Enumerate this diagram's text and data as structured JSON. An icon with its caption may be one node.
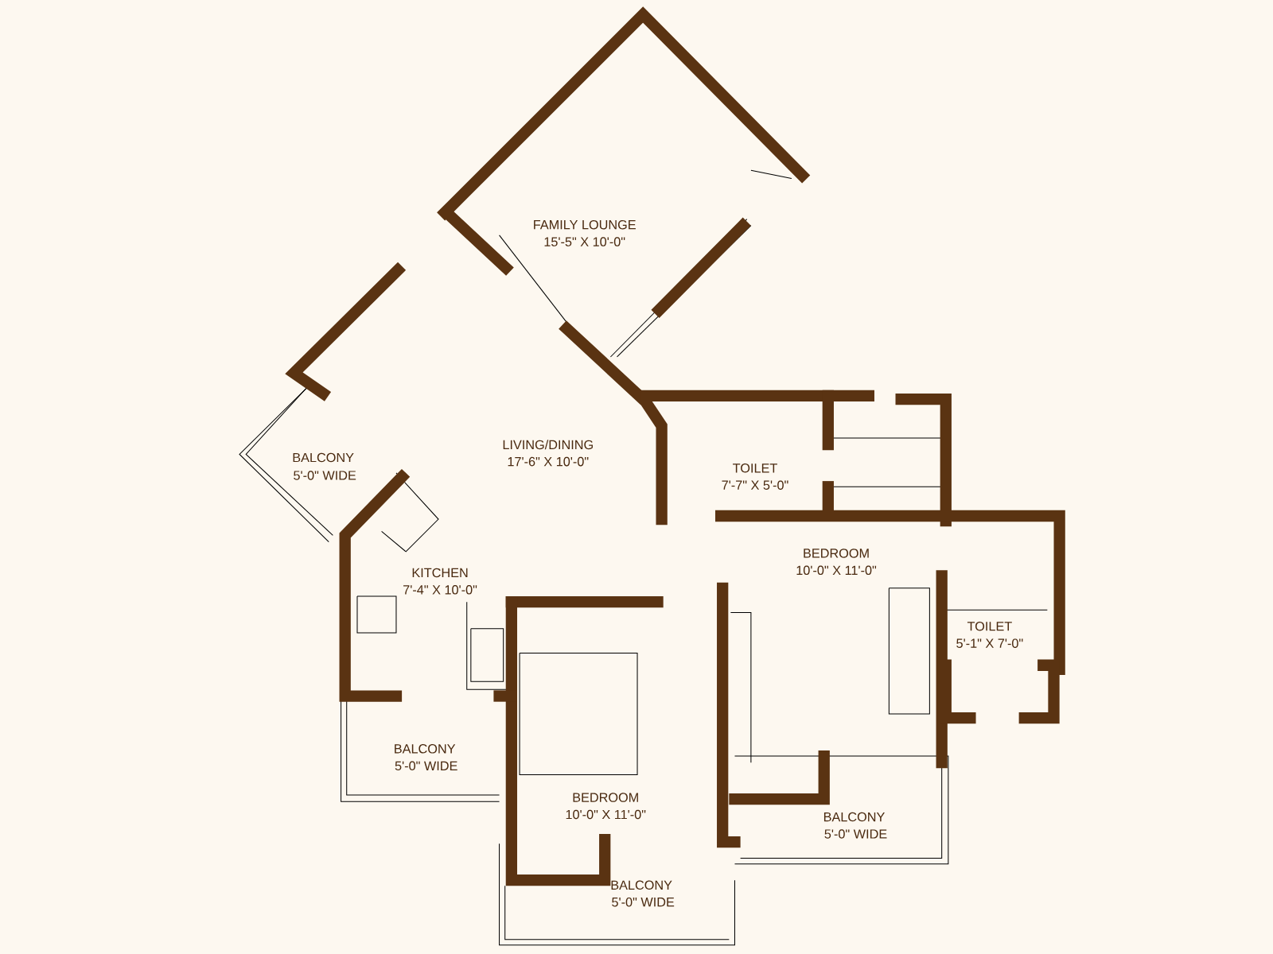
{
  "diagram": {
    "labels": [
      "FAMILY LOUNGE",
      "15'-5\" X 10'-0\"",
      "LIVING/DINING",
      "17'-6\" X 10'-0\"",
      "BALCONY",
      "5'-0\" WIDE",
      "TOILET",
      "7'-7\" X 5'-0\"",
      "BEDROOM",
      "10'-0\" X 11'-0\"",
      "KITCHEN",
      "7'-4\" X 10'-0\"",
      "TOILET",
      "5'-1\" X 7'-0\"",
      "BALCONY",
      "5'-0\" WIDE",
      "BEDROOM",
      "10'-0\" X 11'-0\"",
      "BALCONY",
      "5'-0\" WIDE",
      "BALCONY",
      "5'-0\" WIDE"
    ]
  }
}
